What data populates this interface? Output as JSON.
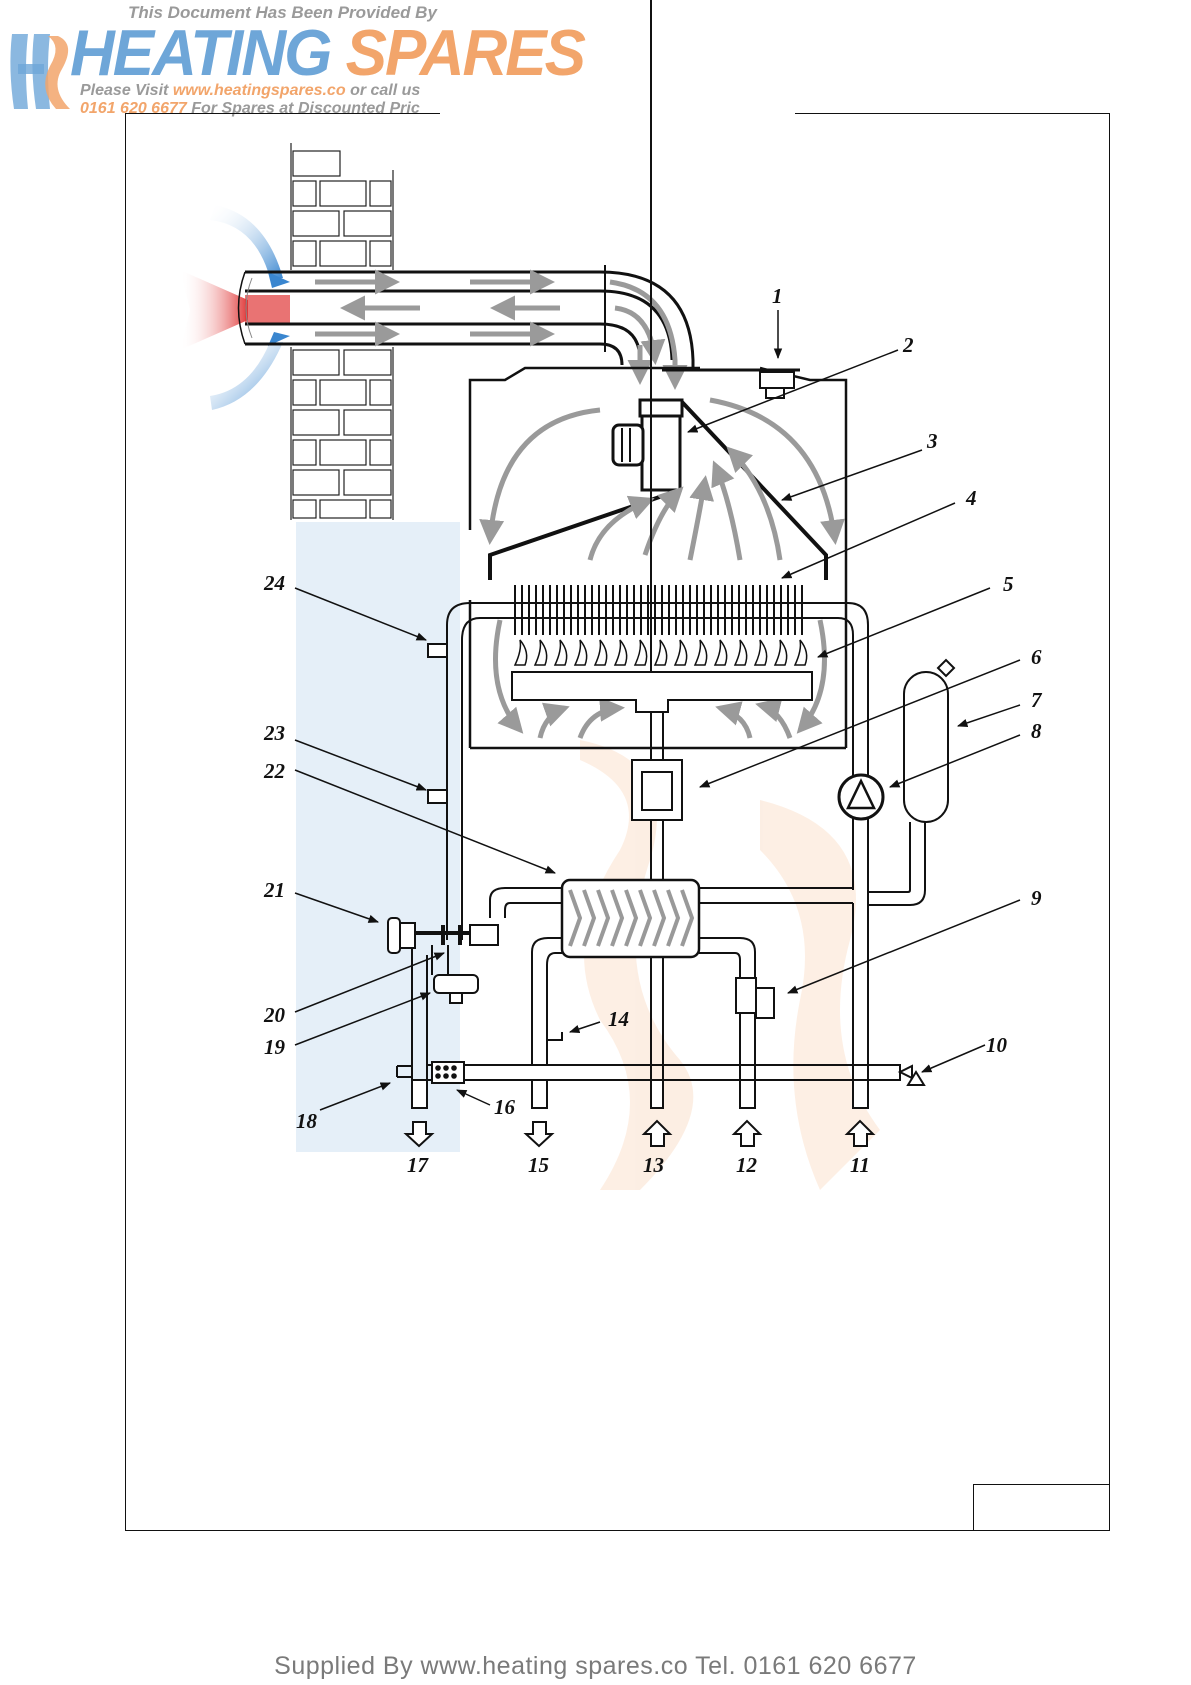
{
  "watermark": {
    "line1": "This Document Has Been Provided By",
    "brand_part1": "HEATING",
    "brand_part2": "SPARES",
    "line2_prefix": "Please Visit",
    "line2_url": "www.heatingspares.co",
    "line2_suffix": "or call us",
    "line3_phone": "0161 620 6677",
    "line3_suffix": "For Spares at Discounted Pric",
    "logo_mark": "HS"
  },
  "footer": {
    "text": "Supplied By www.heating spares.co  Tel. 0161 620 6677"
  },
  "diagram": {
    "callouts": [
      "1",
      "2",
      "3",
      "4",
      "5",
      "6",
      "7",
      "8",
      "9",
      "10",
      "11",
      "12",
      "13",
      "14",
      "15",
      "16",
      "17",
      "18",
      "19",
      "20",
      "21",
      "22",
      "23",
      "24"
    ]
  },
  "colors": {
    "brand_blue": "#6ea6d8",
    "brand_orange": "#f2a56b",
    "air_intake_blue": "#4a90d0",
    "flue_red": "#e04040",
    "flow_arrows": "#9a9a9a"
  }
}
